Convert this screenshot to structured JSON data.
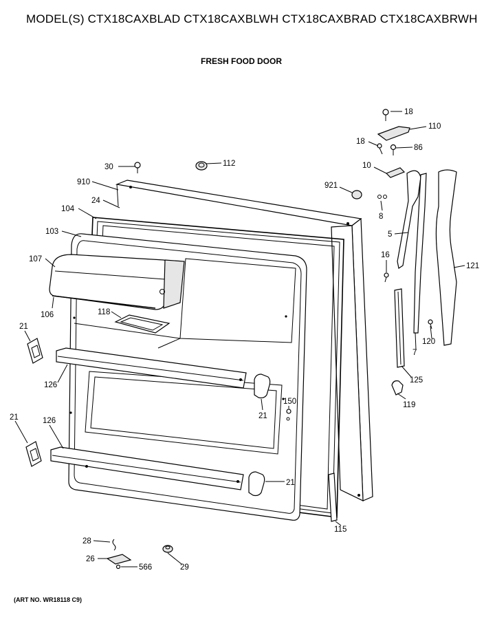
{
  "header": {
    "models": "MODEL(S) CTX18CAXBLAD  CTX18CAXBLWH  CTX18CAXBRAD  CTX18CAXBRWH",
    "section": "FRESH FOOD DOOR",
    "art_number": "(ART NO. WR18118 C9)"
  },
  "callouts": [
    {
      "id": "c18a",
      "text": "18"
    },
    {
      "id": "c110",
      "text": "110"
    },
    {
      "id": "c18b",
      "text": "18"
    },
    {
      "id": "c86",
      "text": "86"
    },
    {
      "id": "c10",
      "text": "10"
    },
    {
      "id": "c30",
      "text": "30"
    },
    {
      "id": "c112",
      "text": "112"
    },
    {
      "id": "c910",
      "text": "910"
    },
    {
      "id": "c921",
      "text": "921"
    },
    {
      "id": "c24",
      "text": "24"
    },
    {
      "id": "c104",
      "text": "104"
    },
    {
      "id": "c8",
      "text": "8"
    },
    {
      "id": "c103",
      "text": "103"
    },
    {
      "id": "c5",
      "text": "5"
    },
    {
      "id": "c107",
      "text": "107"
    },
    {
      "id": "c16",
      "text": "16"
    },
    {
      "id": "c121",
      "text": "121"
    },
    {
      "id": "c106",
      "text": "106"
    },
    {
      "id": "c118",
      "text": "118"
    },
    {
      "id": "c21a",
      "text": "21"
    },
    {
      "id": "c120",
      "text": "120"
    },
    {
      "id": "c7",
      "text": "7"
    },
    {
      "id": "c126a",
      "text": "126"
    },
    {
      "id": "c125",
      "text": "125"
    },
    {
      "id": "c150",
      "text": "150"
    },
    {
      "id": "c119",
      "text": "119"
    },
    {
      "id": "c21b",
      "text": "21"
    },
    {
      "id": "c21c",
      "text": "21"
    },
    {
      "id": "c126b",
      "text": "126"
    },
    {
      "id": "c21d",
      "text": "21"
    },
    {
      "id": "c115",
      "text": "115"
    },
    {
      "id": "c28",
      "text": "28"
    },
    {
      "id": "c26",
      "text": "26"
    },
    {
      "id": "c566",
      "text": "566"
    },
    {
      "id": "c29",
      "text": "29"
    }
  ]
}
